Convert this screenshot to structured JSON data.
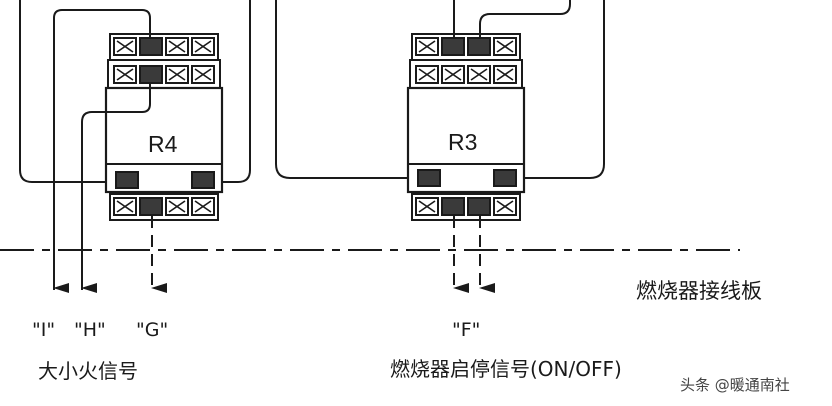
{
  "relays": {
    "r4": {
      "name": "R4"
    },
    "r3": {
      "name": "R3"
    }
  },
  "signals": {
    "r4_i": "\"I\"",
    "r4_h": "\"H\"",
    "r4_g": "\"G\"",
    "r3_f": "\"F\""
  },
  "captions": {
    "r4_caption": "大小火信号",
    "r3_caption": "燃烧器启停信号(ON/OFF)",
    "board_label": "燃烧器接线板"
  },
  "watermark": {
    "text": "头条 @暖通南社"
  },
  "colors": {
    "line": "#1a1a1a",
    "terminal_fill": "#3a3a3a",
    "background": "#ffffff"
  }
}
